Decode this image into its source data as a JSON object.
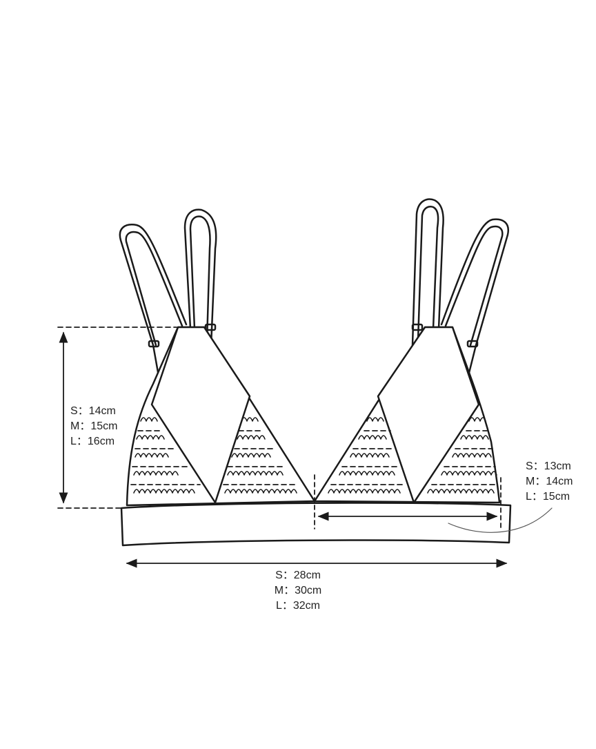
{
  "diagram": {
    "height_measurement": [
      "S：14cm",
      "M：15cm",
      "L：16cm"
    ],
    "half_width_measurement": [
      "S：13cm",
      "M：14cm",
      "L：15cm"
    ],
    "width_measurement": [
      "S：28cm",
      "M：30cm",
      "L：32cm"
    ],
    "colors": {
      "line": "#1a1a1a",
      "background": "#ffffff"
    }
  }
}
